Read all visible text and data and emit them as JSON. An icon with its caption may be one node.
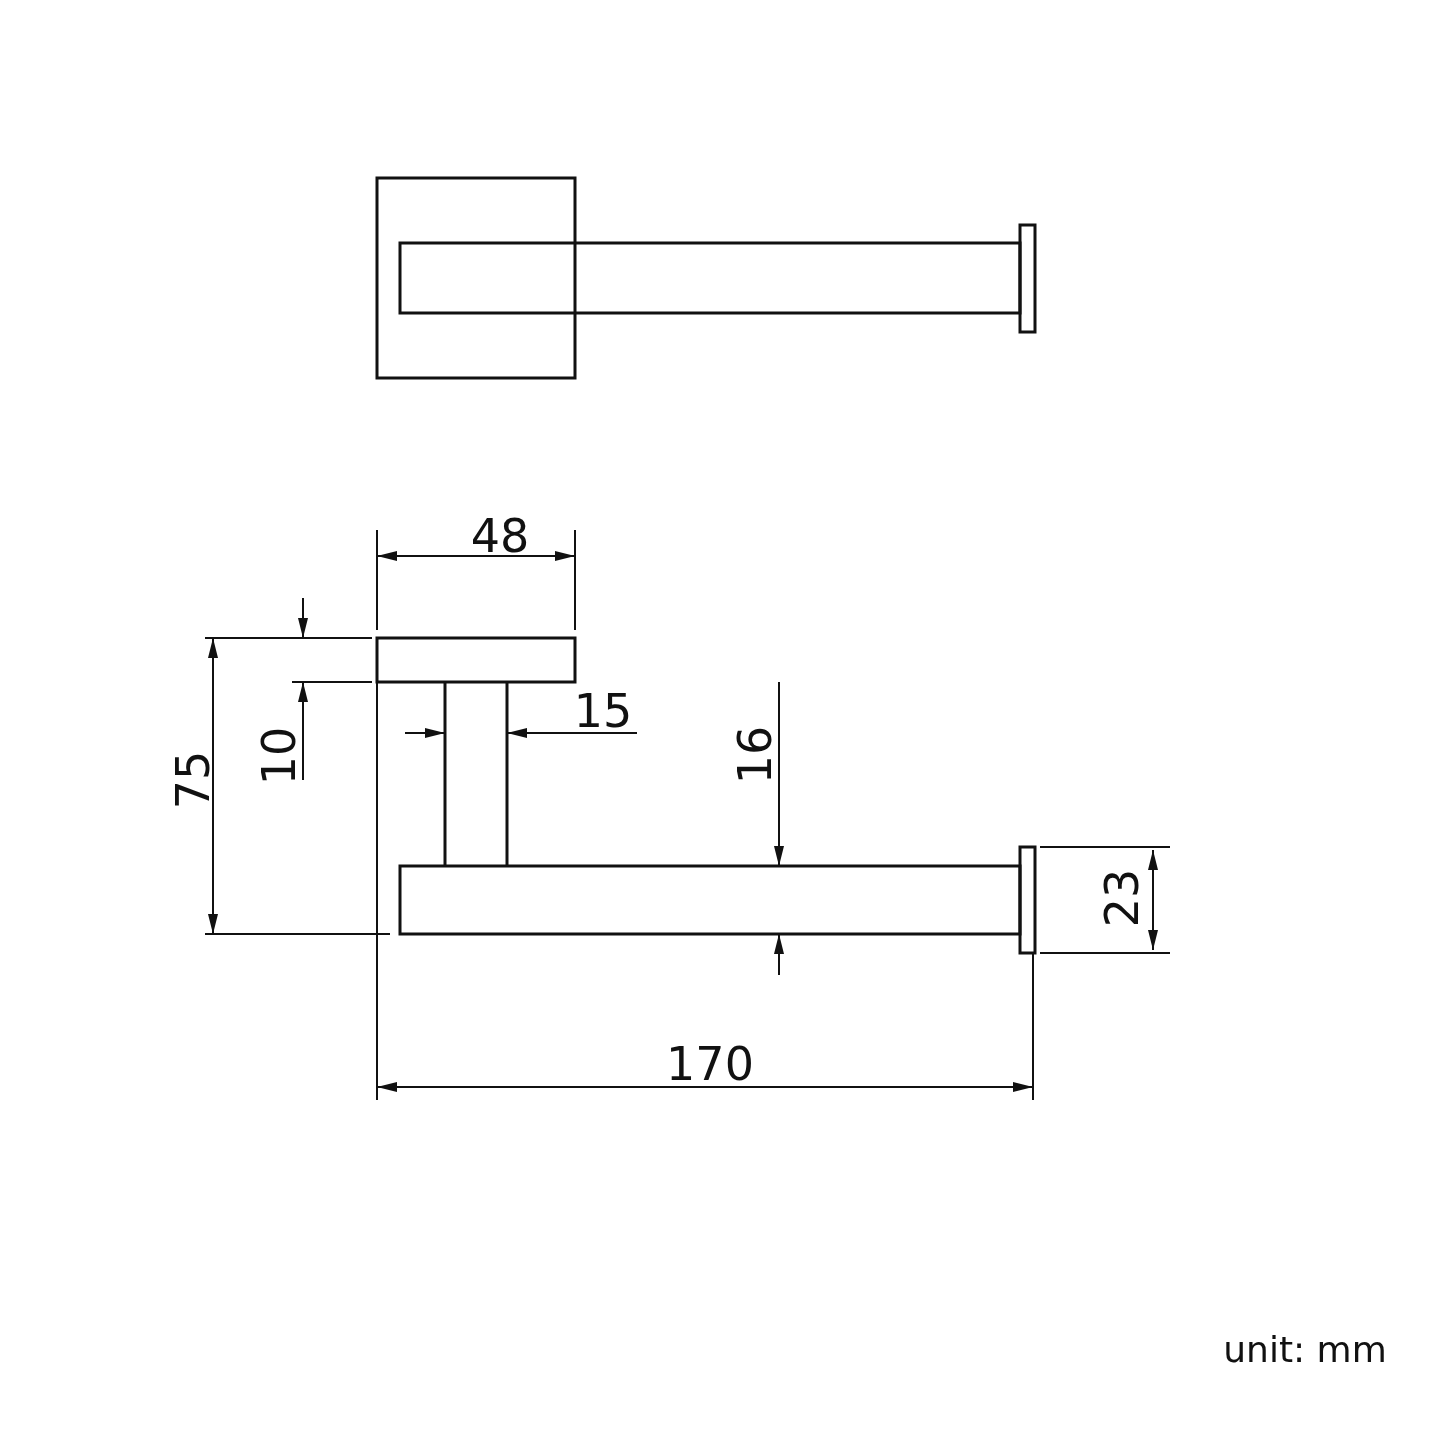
{
  "diagram": {
    "labels": [
      "48",
      "15",
      "16",
      "10",
      "75",
      "23",
      "170",
      "unit: mm"
    ]
  }
}
